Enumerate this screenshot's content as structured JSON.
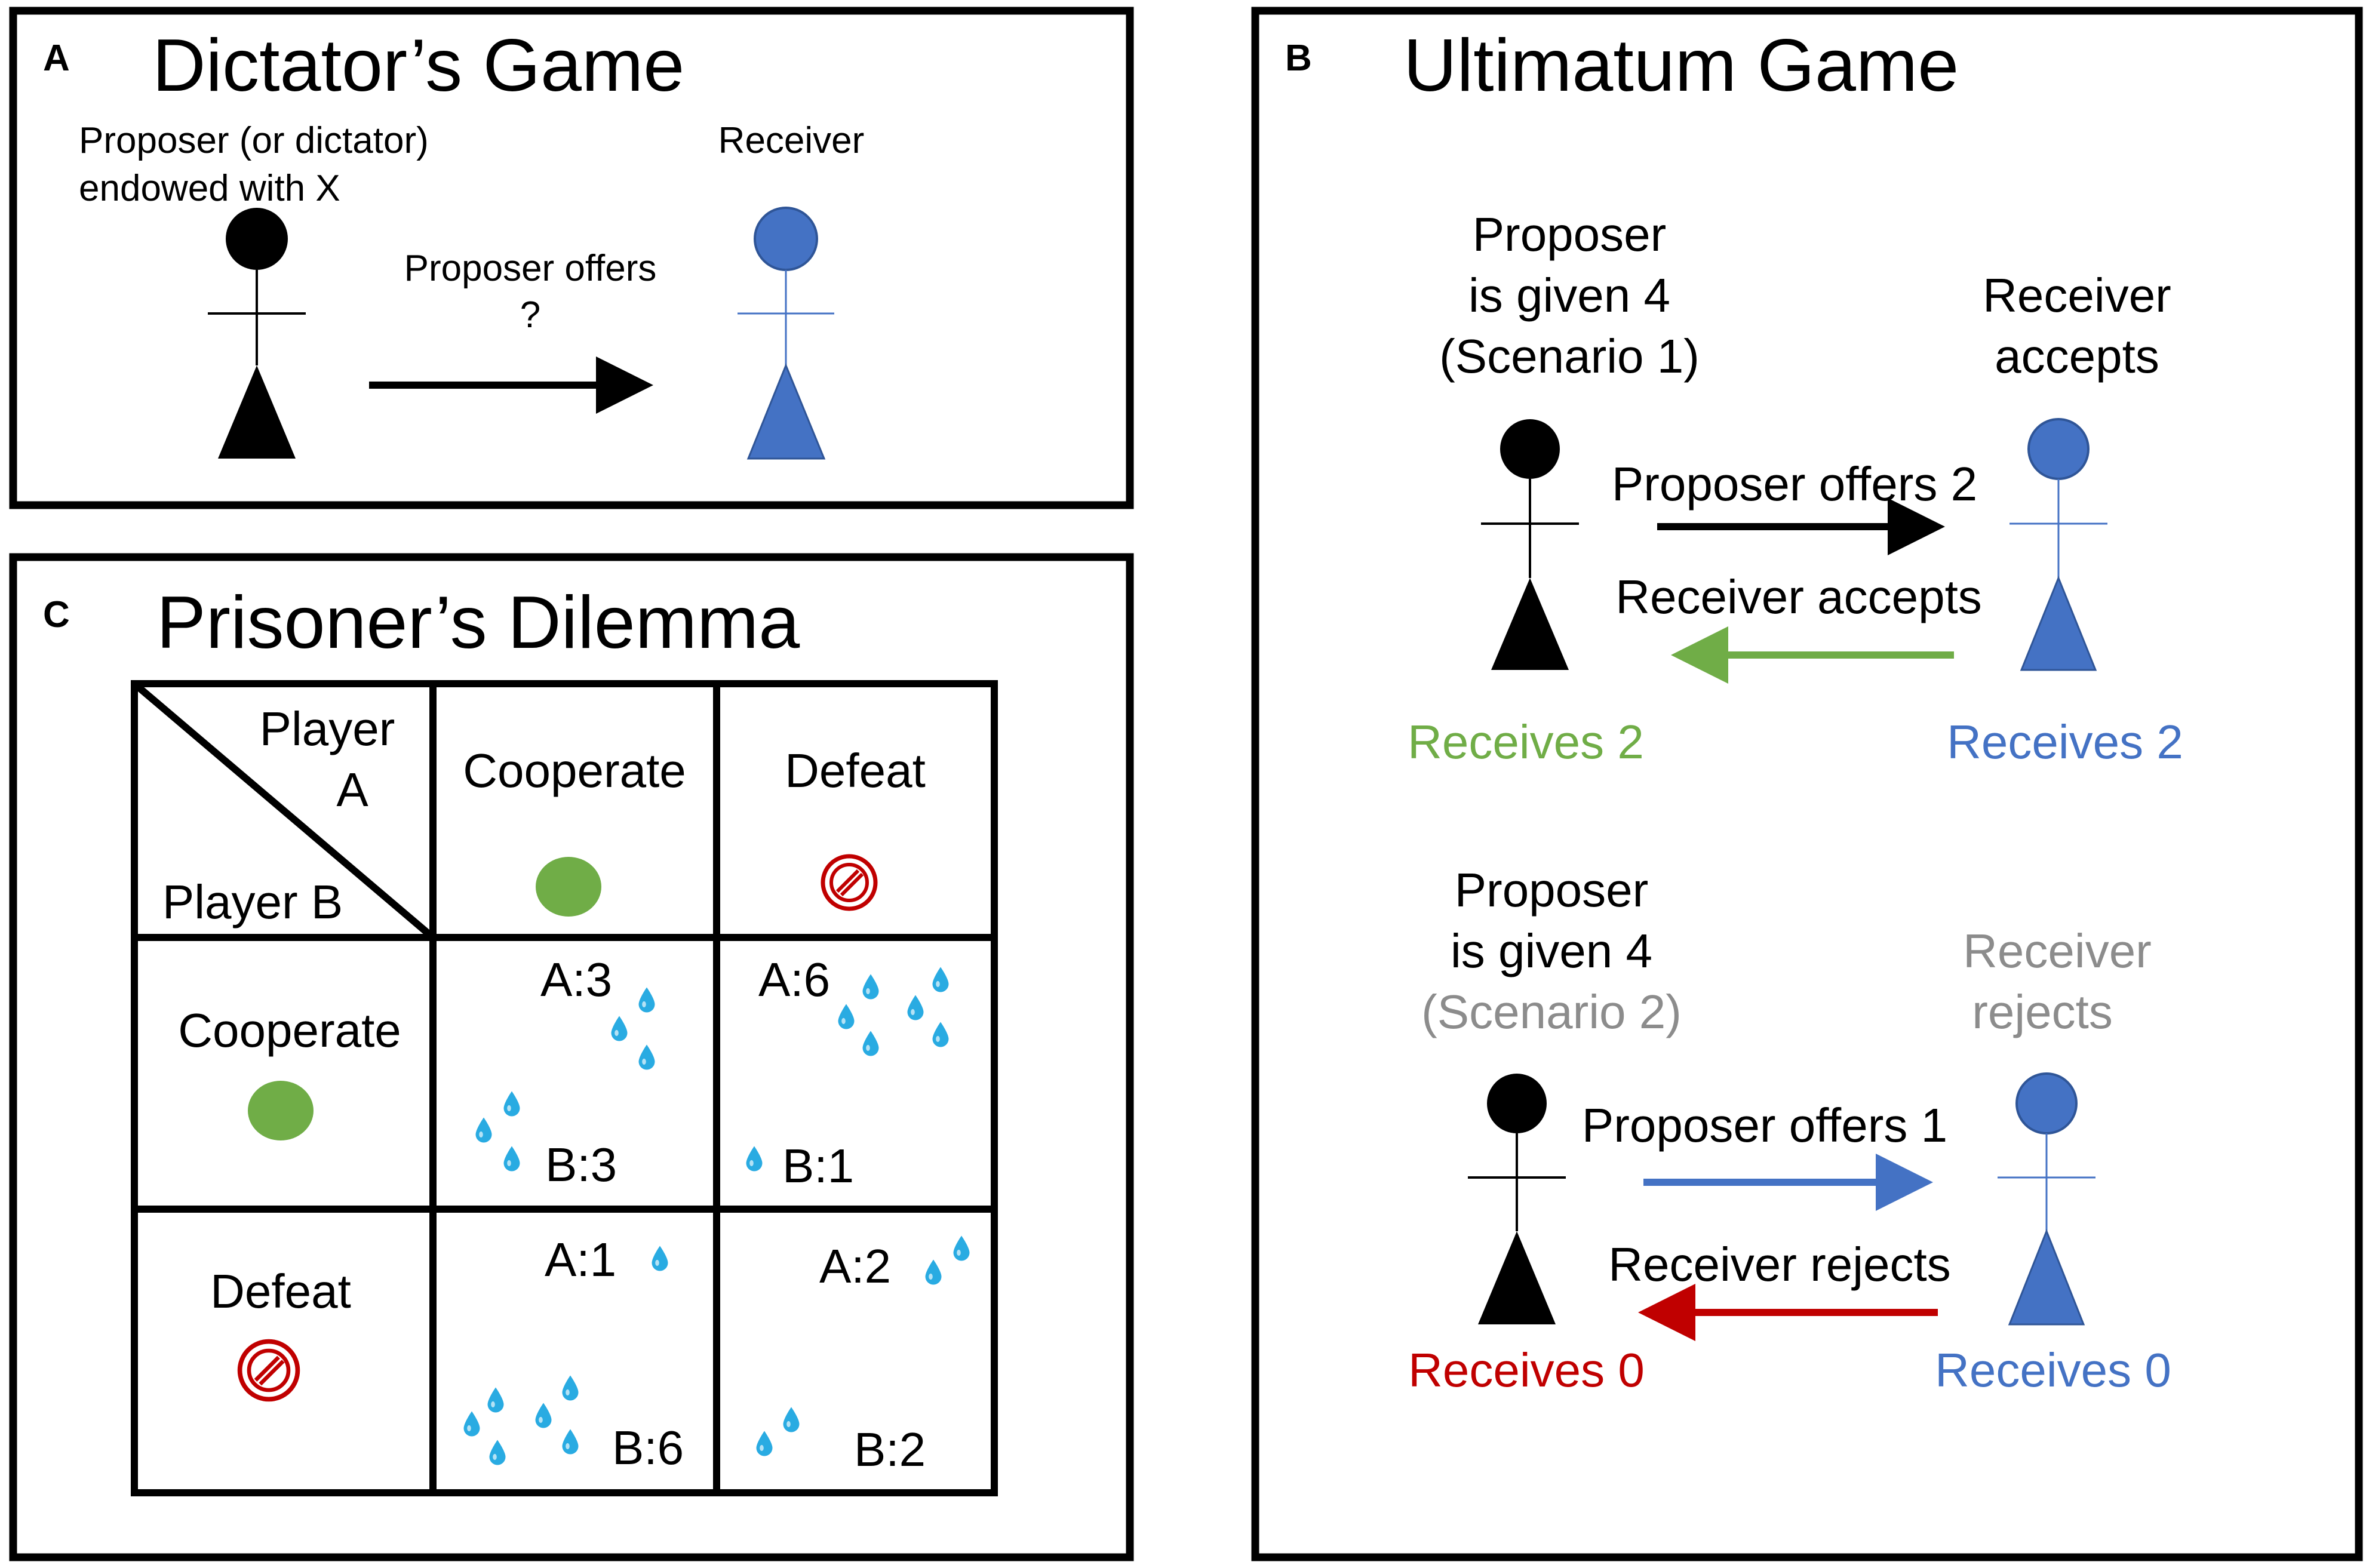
{
  "colors": {
    "black": "#000000",
    "blue": "#4472c4",
    "green": "#70ad47",
    "red": "#c00000",
    "gray": "#8c8c8c",
    "drop": "#29abe2"
  },
  "panel_a": {
    "letter": "A",
    "title": "Dictator’s Game",
    "proposer_line1": "Proposer (or dictator)",
    "proposer_line2": "endowed with X",
    "receiver_label": "Receiver",
    "offer_line1": "Proposer offers",
    "offer_line2": "?"
  },
  "panel_b": {
    "letter": "B",
    "title": "Ultimatum Game",
    "s1_proposer": [
      "Proposer",
      "is given 4",
      "(Scenario 1)"
    ],
    "s1_receiver": [
      "Receiver",
      "accepts"
    ],
    "s1_offer": "Proposer offers 2",
    "s1_response": "Receiver accepts",
    "s1_proposer_receives": "Receives 2",
    "s1_receiver_receives": "Receives 2",
    "s2_proposer": [
      "Proposer",
      "is given 4",
      "(Scenario 2)"
    ],
    "s2_receiver": [
      "Receiver",
      "rejects"
    ],
    "s2_offer": "Proposer offers 1",
    "s2_response": "Receiver rejects",
    "s2_proposer_receives": "Receives 0",
    "s2_receiver_receives": "Receives 0"
  },
  "panel_c": {
    "letter": "C",
    "title": "Prisoner’s Dilemma",
    "player_a_line1": "Player",
    "player_a_line2": "A",
    "player_b": "Player B",
    "col_headers": [
      "Cooperate",
      "Defeat"
    ],
    "row_headers": [
      "Cooperate",
      "Defeat"
    ],
    "cells": [
      {
        "a_label": "A:3",
        "b_label": "B:3",
        "a_drops": 3,
        "b_drops": 3
      },
      {
        "a_label": "A:6",
        "b_label": "B:1",
        "a_drops": 6,
        "b_drops": 1
      },
      {
        "a_label": "A:1",
        "b_label": "B:6",
        "a_drops": 1,
        "b_drops": 6
      },
      {
        "a_label": "A:2",
        "b_label": "B:2",
        "a_drops": 2,
        "b_drops": 2
      }
    ]
  }
}
